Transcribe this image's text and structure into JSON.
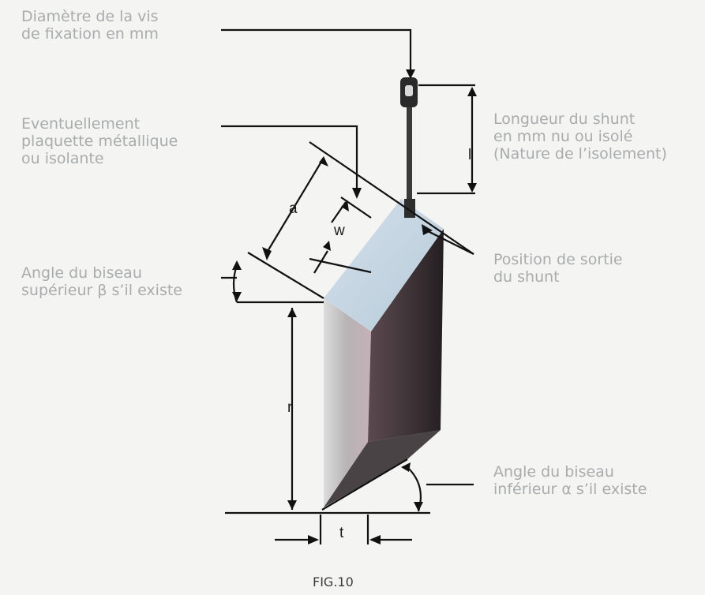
{
  "labels": {
    "screw_diameter": [
      "Diamètre de la vis",
      "de fixation en mm"
    ],
    "plate": [
      "Eventuellement",
      "plaquette métallique",
      "ou isolante"
    ],
    "shunt_length": [
      "Longueur du shunt",
      "en mm nu ou isolé",
      "(Nature de l’isolement)"
    ],
    "upper_bevel": [
      "Angle du biseau",
      "supérieur β s’il existe"
    ],
    "shunt_exit": [
      "Position de sortie",
      "du shunt"
    ],
    "lower_bevel": [
      "Angle du biseau",
      "inférieur α s’il existe"
    ]
  },
  "dimensions": {
    "a": "a",
    "w": "w",
    "l": "l",
    "r": "r",
    "t": "t"
  },
  "caption": "FIG.10",
  "colors": {
    "label_text": "#a9abad",
    "line": "#111111",
    "top_face": "#c6d6e3",
    "left_face": "#b9b0b3",
    "right_face": "#3e3336",
    "background": "#f4f4f3"
  }
}
